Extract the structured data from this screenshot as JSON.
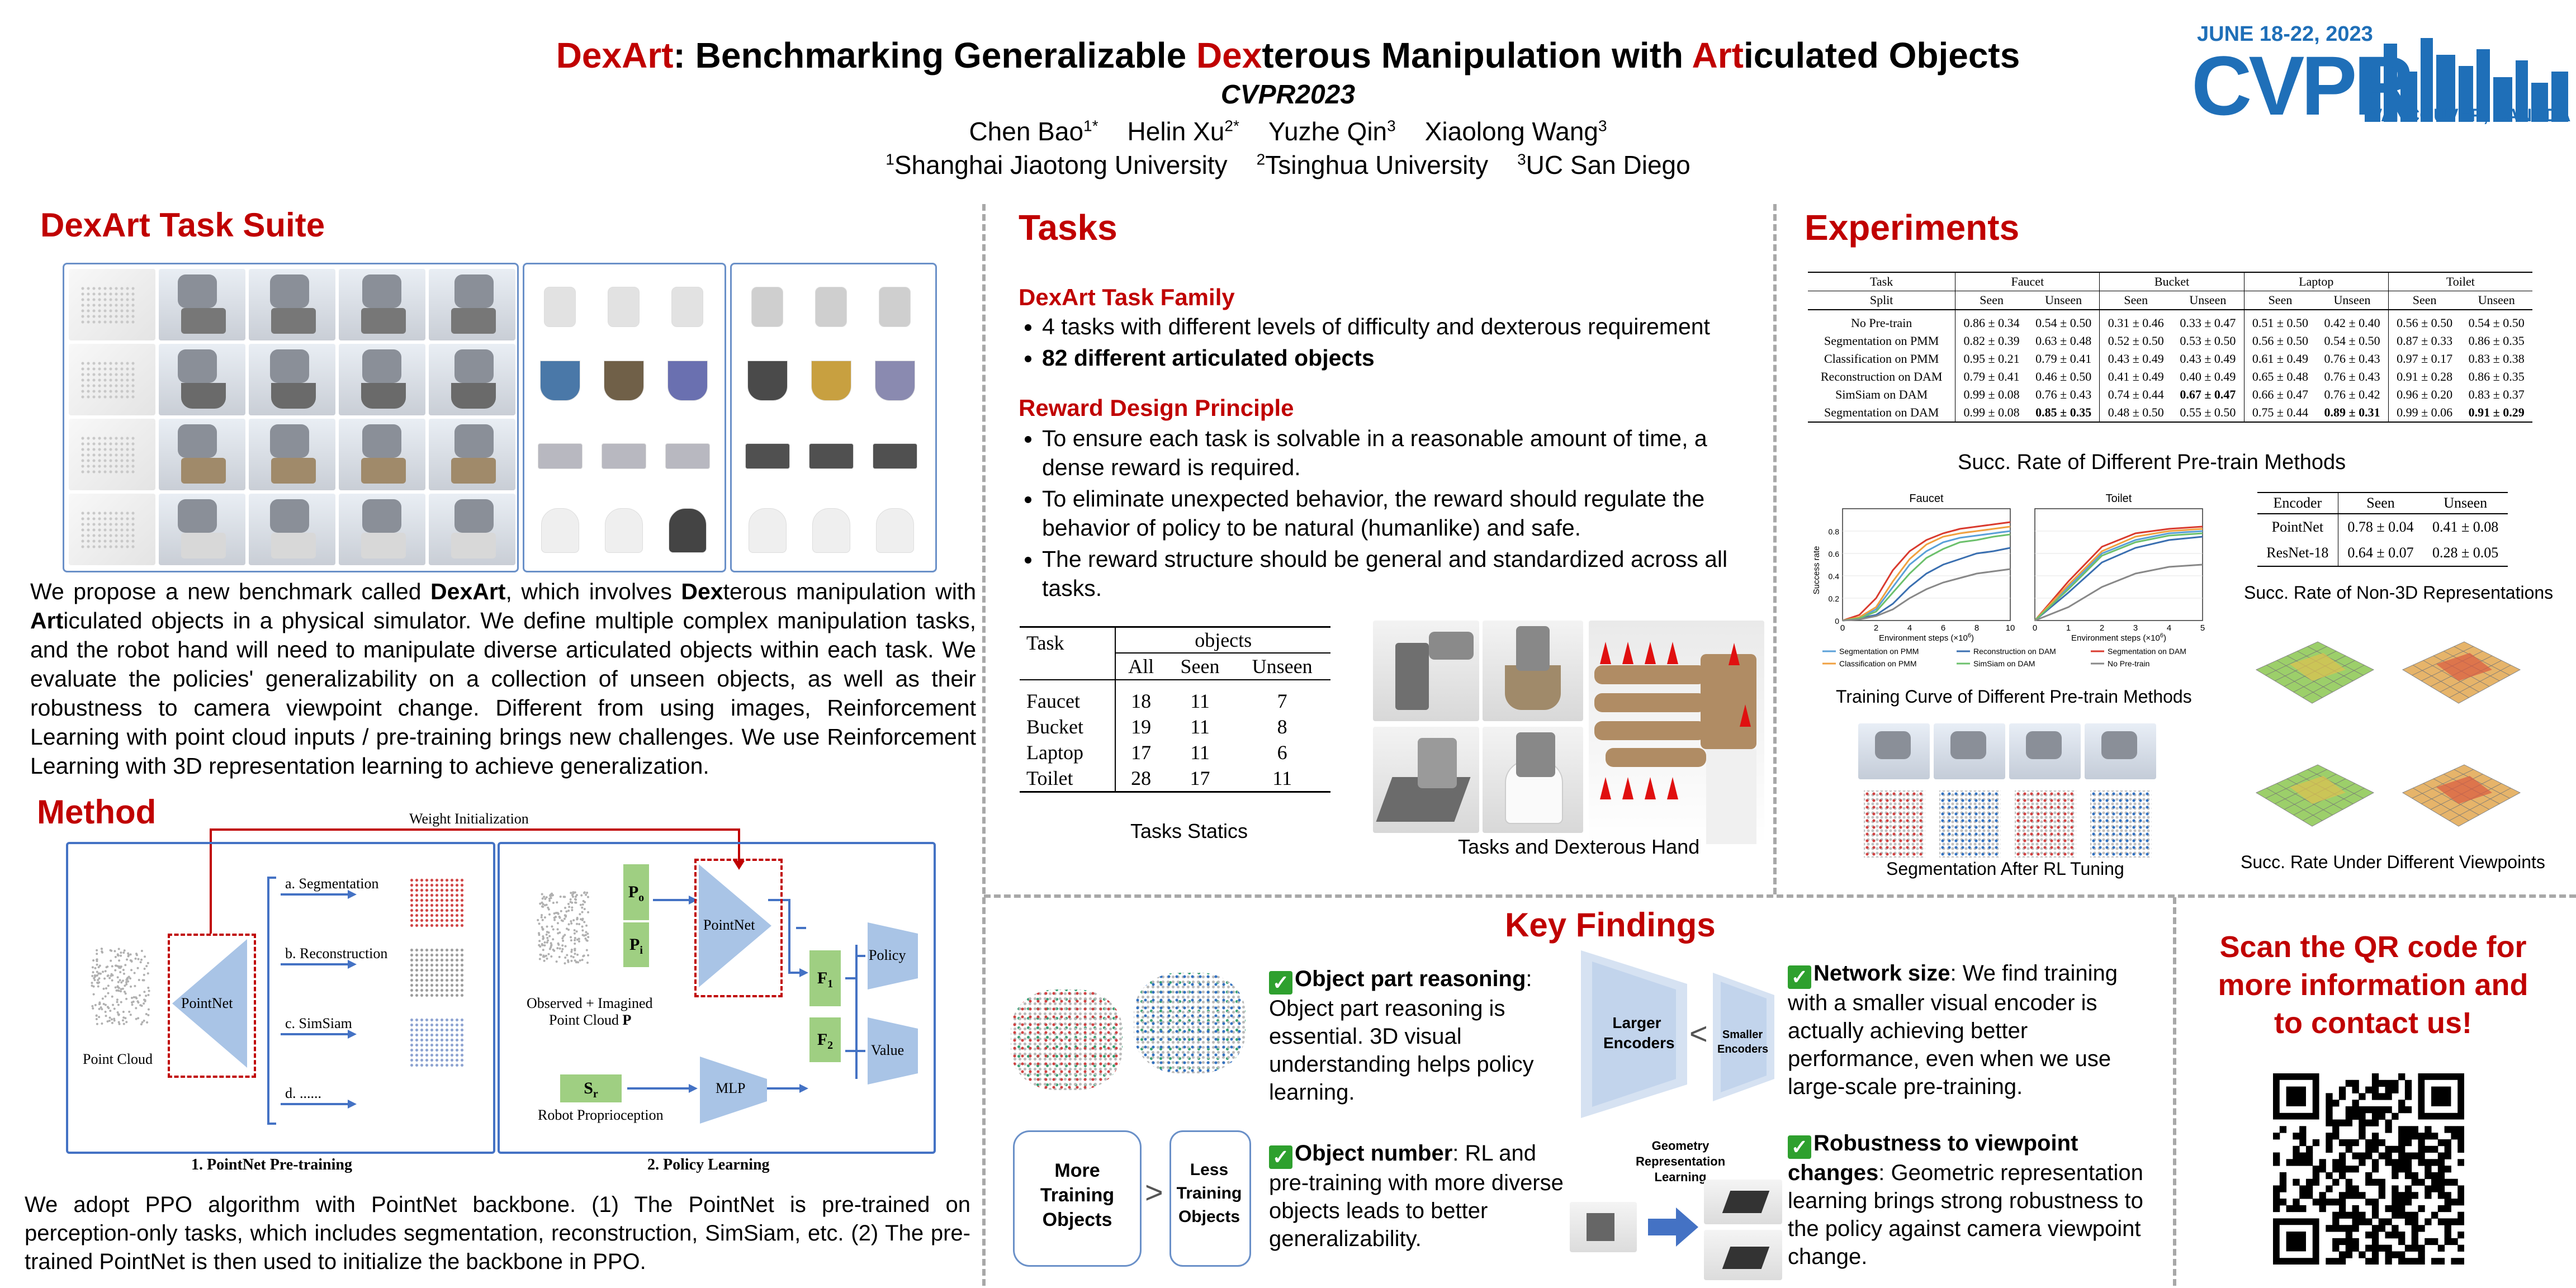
{
  "header": {
    "title_parts": [
      {
        "t": "Dex",
        "red": true
      },
      {
        "t": "Art",
        "red": true
      },
      {
        "t": ": Benchmarking Generalizable ",
        "red": false
      },
      {
        "t": "Dex",
        "red": true
      },
      {
        "t": "terous Manipulation with ",
        "red": false
      },
      {
        "t": "Art",
        "red": true
      },
      {
        "t": "iculated Objects",
        "red": false
      }
    ],
    "venue": "CVPR2023",
    "authors": [
      {
        "name": "Chen Bao",
        "sup": "1*"
      },
      {
        "name": "Helin Xu",
        "sup": "2*"
      },
      {
        "name": "Yuzhe Qin",
        "sup": "3"
      },
      {
        "name": "Xiaolong Wang",
        "sup": "3"
      }
    ],
    "affiliations": [
      {
        "sup": "1",
        "name": "Shanghai Jiaotong University"
      },
      {
        "sup": "2",
        "name": "Tsinghua University"
      },
      {
        "sup": "3",
        "name": "UC San Diego"
      }
    ]
  },
  "logo": {
    "date": "JUNE 18-22, 2023",
    "name": "CVPR",
    "city": "VANCOUVER, CANADA",
    "brand_color": "#1f6fb8"
  },
  "suite": {
    "title": "DexArt Task Suite",
    "paragraph": [
      {
        "t": "We propose a new benchmark called "
      },
      {
        "t": "DexArt",
        "b": true
      },
      {
        "t": ", which involves "
      },
      {
        "t": "Dex",
        "b": true
      },
      {
        "t": "terous manipulation with "
      },
      {
        "t": "Art",
        "b": true
      },
      {
        "t": "iculated objects in a physical simulator. We define multiple complex manipulation tasks, and the robot hand will need to manipulate diverse articulated objects within each task. We  evaluate the policies' generalizability on a collection of unseen objects, as well as their robustness to camera viewpoint change. Different from using images, Reinforcement Learning with point cloud inputs / pre-training brings new challenges. We use Reinforcement Learning with 3D representation learning to achieve generalization."
      }
    ]
  },
  "method": {
    "title": "Method",
    "weight_init": "Weight Initialization",
    "point_cloud": "Point Cloud",
    "pointnet": "PointNet",
    "tasks": [
      "a. Segmentation",
      "b. Reconstruction",
      "c. SimSiam",
      "d. ......"
    ],
    "observed": "Observed + Imagined",
    "observed2": "Point Cloud ",
    "observed_p": "P",
    "p_o": "P",
    "p_o_sub": "o",
    "p_i": "P",
    "p_i_sub": "i",
    "s_r": "S",
    "s_r_sub": "r",
    "robot": "Robot Proprioception",
    "mlp": "MLP",
    "f1": "F",
    "f1_sub": "1",
    "f2": "F",
    "f2_sub": "2",
    "policy": "Policy",
    "value": "Value",
    "label1": "1. PointNet Pre-training",
    "label2": "2. Policy Learning",
    "paragraph": "We adopt PPO algorithm with PointNet backbone. (1) The PointNet is pre-trained on perception-only tasks, which includes segmentation, reconstruction, SimSiam, etc. (2) The pre-trained PointNet is then used to initialize the backbone in PPO."
  },
  "tasks": {
    "title": "Tasks",
    "family_title": "DexArt Task Family",
    "family": [
      {
        "t": "4 tasks with different levels of difficulty and dexterous requirement",
        "b": false
      },
      {
        "t": "82 different articulated objects",
        "b": true
      }
    ],
    "reward_title": "Reward Design Principle",
    "reward": [
      "To ensure each task is solvable in a reasonable amount of time, a dense reward is required.",
      "To eliminate unexpected behavior, the reward should regulate the behavior of policy to be natural (humanlike) and safe.",
      "The reward structure should be general and standardized across all tasks."
    ],
    "table": {
      "h_task": "Task",
      "h_objects": "objects",
      "cols": [
        "All",
        "Seen",
        "Unseen"
      ],
      "rows": [
        [
          "Faucet",
          "18",
          "11",
          "7"
        ],
        [
          "Bucket",
          "19",
          "11",
          "8"
        ],
        [
          "Laptop",
          "17",
          "11",
          "6"
        ],
        [
          "Toilet",
          "28",
          "17",
          "11"
        ]
      ]
    },
    "table_caption": "Tasks Statics",
    "hand_caption": "Tasks and Dexterous Hand"
  },
  "experiments": {
    "title": "Experiments",
    "table": {
      "h_task": "Task",
      "groups": [
        "Faucet",
        "Bucket",
        "Laptop",
        "Toilet"
      ],
      "h_split": "Split",
      "splits": [
        "Seen",
        "Unseen"
      ],
      "rows": [
        [
          "No Pre-train",
          "0.86 ± 0.34",
          "0.54 ± 0.50",
          "0.31 ± 0.46",
          "0.33 ± 0.47",
          "0.51 ± 0.50",
          "0.42 ± 0.40",
          "0.56 ± 0.50",
          "0.54 ± 0.50"
        ],
        [
          "Segmentation on PMM",
          "0.82 ± 0.39",
          "0.63 ± 0.48",
          "0.52 ± 0.50",
          "0.53 ± 0.50",
          "0.56 ± 0.50",
          "0.54 ± 0.50",
          "0.87 ± 0.33",
          "0.86 ± 0.35"
        ],
        [
          "Classification on PMM",
          "0.95 ± 0.21",
          "0.79 ± 0.41",
          "0.43 ± 0.49",
          "0.43 ± 0.49",
          "0.61 ± 0.49",
          "0.76 ± 0.43",
          "0.97 ± 0.17",
          "0.83 ± 0.38"
        ],
        [
          "Reconstruction on DAM",
          "0.79 ± 0.41",
          "0.46 ± 0.50",
          "0.41 ± 0.49",
          "0.40 ± 0.49",
          "0.65 ± 0.48",
          "0.76 ± 0.43",
          "0.91 ± 0.28",
          "0.86 ± 0.35"
        ],
        [
          "SimSiam on DAM",
          "0.99 ± 0.08",
          "0.76 ± 0.43",
          "0.74 ± 0.44",
          "0.67 ± 0.47",
          "0.66 ± 0.47",
          "0.76 ± 0.42",
          "0.96 ± 0.20",
          "0.83 ± 0.37"
        ],
        [
          "Segmentation on DAM",
          "0.99 ± 0.08",
          "0.85 ± 0.35",
          "0.48 ± 0.50",
          "0.55 ± 0.50",
          "0.75 ± 0.44",
          "0.89 ± 0.31",
          "0.99 ± 0.06",
          "0.91 ± 0.29"
        ]
      ],
      "bold_cells": [
        [
          4,
          4
        ],
        [
          5,
          2
        ],
        [
          5,
          6
        ],
        [
          5,
          8
        ]
      ]
    },
    "succ_title": "Succ. Rate of Different Pre-train Methods",
    "curves": {
      "ylabel": "Success rate",
      "xlabel": "Environment steps (×10",
      "xlabel_sup": "6",
      "xlabel_end": ")",
      "legend": [
        "Segmentation on PMM",
        "Reconstruction on DAM",
        "Segmentation on DAM",
        "Classification on PMM",
        "SimSiam on DAM",
        "No Pre-train"
      ],
      "colors": [
        "#5aa0d8",
        "#3a6fb0",
        "#d93a2e",
        "#f0a040",
        "#6cc06c",
        "#888888"
      ]
    },
    "curve_caption": "Training Curve of Different Pre-train Methods",
    "seg_caption": "Segmentation After RL Tuning",
    "enc_table": {
      "cols": [
        "Encoder",
        "Seen",
        "Unseen"
      ],
      "rows": [
        [
          "PointNet",
          "0.78 ± 0.04",
          "0.41 ± 0.08"
        ],
        [
          "ResNet-18",
          "0.64 ± 0.07",
          "0.28 ± 0.05"
        ]
      ]
    },
    "non3d_caption": "Succ. Rate of Non-3D Representations",
    "viewpoint_caption": "Succ. Rate Under Different Viewpoints"
  },
  "findings": {
    "title": "Key Findings",
    "items": [
      {
        "head": "Object part reasoning",
        "colon": ":",
        "text": " Object part reasoning is essential. 3D visual understanding helps policy learning."
      },
      {
        "head": "Object number",
        "colon": ":",
        "text": " RL and pre-training with more diverse objects leads to better generalizability."
      },
      {
        "head": "Network size",
        "colon": ":",
        "text": " We find training with a smaller visual encoder is actually achieving better performance, even when we use large-scale pre-training."
      },
      {
        "head": "Robustness to viewpoint changes",
        "colon": ":",
        "text": " Geometric representation learning brings strong robustness to the policy against camera viewpoint change."
      }
    ],
    "more": "More Training Objects",
    "less": "Less Training Objects",
    "larger": "Larger Encoders",
    "smaller": "Smaller Encoders",
    "geom": "Geometry Representation Learning"
  },
  "qr": {
    "text": "Scan the QR code for more information and to contact us!"
  }
}
